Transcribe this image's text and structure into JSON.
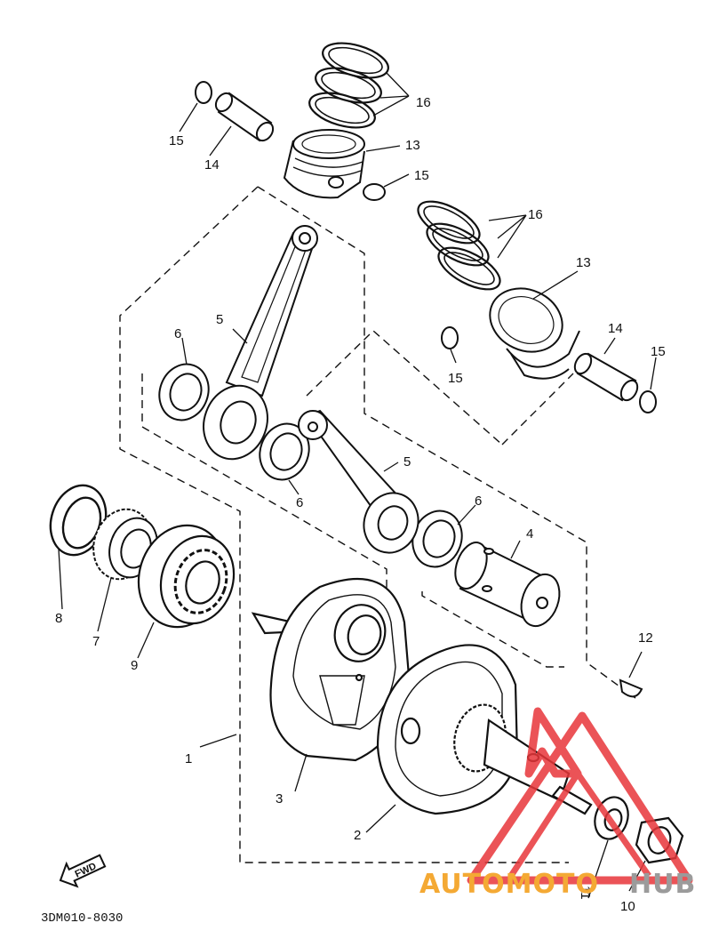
{
  "diagram": {
    "part_labels": {
      "p1": "1",
      "p2": "2",
      "p3": "3",
      "p4": "4",
      "p5a": "5",
      "p5b": "5",
      "p6a": "6",
      "p6b": "6",
      "p6c": "6",
      "p7": "7",
      "p8": "8",
      "p9": "9",
      "p10": "10",
      "p11": "11",
      "p12": "12",
      "p13a": "13",
      "p13b": "13",
      "p14a": "14",
      "p14b": "14",
      "p15a": "15",
      "p15b": "15",
      "p15c": "15",
      "p15d": "15",
      "p16a": "16",
      "p16b": "16"
    },
    "fwd_label": "FWD",
    "diagram_code": "3DM010-8030"
  },
  "watermark": {
    "text_part1": "AUTOMOTO",
    "text_part2": "HUB",
    "color_primary": "#f4a934",
    "color_secondary": "#9b9b9b",
    "logo_color": "#e8363a",
    "logo_icon": "triangle-logo-icon"
  }
}
